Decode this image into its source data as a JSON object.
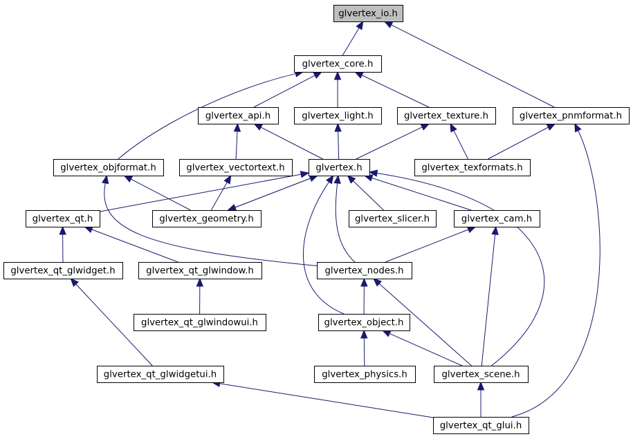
{
  "diagram": {
    "colors": {
      "edge": "#191970",
      "root_fill": "#bfbfbf",
      "node_fill": "#ffffff",
      "node_border": "#000000"
    },
    "nodes": {
      "glvertex_io": {
        "label": "glvertex_io.h",
        "root": true
      },
      "glvertex_core": {
        "label": "glvertex_core.h"
      },
      "glvertex_api": {
        "label": "glvertex_api.h"
      },
      "glvertex_light": {
        "label": "glvertex_light.h"
      },
      "glvertex_texture": {
        "label": "glvertex_texture.h"
      },
      "glvertex_pnmformat": {
        "label": "glvertex_pnmformat.h"
      },
      "glvertex_objformat": {
        "label": "glvertex_objformat.h"
      },
      "glvertex_vectortext": {
        "label": "glvertex_vectortext.h"
      },
      "glvertex": {
        "label": "glvertex.h"
      },
      "glvertex_texformats": {
        "label": "glvertex_texformats.h"
      },
      "glvertex_qt": {
        "label": "glvertex_qt.h"
      },
      "glvertex_geometry": {
        "label": "glvertex_geometry.h"
      },
      "glvertex_slicer": {
        "label": "glvertex_slicer.h"
      },
      "glvertex_cam": {
        "label": "glvertex_cam.h"
      },
      "glvertex_qt_glwidget": {
        "label": "glvertex_qt_glwidget.h"
      },
      "glvertex_qt_glwindow": {
        "label": "glvertex_qt_glwindow.h"
      },
      "glvertex_nodes": {
        "label": "glvertex_nodes.h"
      },
      "glvertex_qt_glwindowui": {
        "label": "glvertex_qt_glwindowui.h"
      },
      "glvertex_object": {
        "label": "glvertex_object.h"
      },
      "glvertex_qt_glwidgetui": {
        "label": "glvertex_qt_glwidgetui.h"
      },
      "glvertex_physics": {
        "label": "glvertex_physics.h"
      },
      "glvertex_scene": {
        "label": "glvertex_scene.h"
      },
      "glvertex_qt_glui": {
        "label": "glvertex_qt_glui.h"
      }
    },
    "edges": [
      [
        "glvertex_core",
        "glvertex_io"
      ],
      [
        "glvertex_pnmformat",
        "glvertex_io"
      ],
      [
        "glvertex_api",
        "glvertex_core"
      ],
      [
        "glvertex_light",
        "glvertex_core"
      ],
      [
        "glvertex_texture",
        "glvertex_core"
      ],
      [
        "glvertex_objformat",
        "glvertex_core"
      ],
      [
        "glvertex_vectortext",
        "glvertex_api"
      ],
      [
        "glvertex",
        "glvertex_api"
      ],
      [
        "glvertex",
        "glvertex_light"
      ],
      [
        "glvertex",
        "glvertex_texture"
      ],
      [
        "glvertex_texformats",
        "glvertex_texture"
      ],
      [
        "glvertex_texformats",
        "glvertex_pnmformat"
      ],
      [
        "glvertex_qt_glui",
        "glvertex_pnmformat"
      ],
      [
        "glvertex_geometry",
        "glvertex_objformat"
      ],
      [
        "glvertex_nodes",
        "glvertex_objformat"
      ],
      [
        "glvertex_geometry",
        "glvertex_vectortext"
      ],
      [
        "glvertex_qt",
        "glvertex"
      ],
      [
        "glvertex_geometry",
        "glvertex"
      ],
      [
        "glvertex_slicer",
        "glvertex"
      ],
      [
        "glvertex_cam",
        "glvertex"
      ],
      [
        "glvertex_nodes",
        "glvertex"
      ],
      [
        "glvertex_object",
        "glvertex"
      ],
      [
        "glvertex_scene",
        "glvertex"
      ],
      [
        "glvertex",
        "glvertex_geometry"
      ],
      [
        "glvertex_qt_glwidget",
        "glvertex_qt"
      ],
      [
        "glvertex_qt_glwindow",
        "glvertex_qt"
      ],
      [
        "glvertex_nodes",
        "glvertex_cam"
      ],
      [
        "glvertex_scene",
        "glvertex_cam"
      ],
      [
        "glvertex_qt_glwidgetui",
        "glvertex_qt_glwidget"
      ],
      [
        "glvertex_qt_glwindowui",
        "glvertex_qt_glwindow"
      ],
      [
        "glvertex_object",
        "glvertex_nodes"
      ],
      [
        "glvertex_scene",
        "glvertex_nodes"
      ],
      [
        "glvertex_physics",
        "glvertex_object"
      ],
      [
        "glvertex_scene",
        "glvertex_object"
      ],
      [
        "glvertex_qt_glui",
        "glvertex_qt_glwidgetui"
      ],
      [
        "glvertex_qt_glui",
        "glvertex_scene"
      ]
    ]
  }
}
